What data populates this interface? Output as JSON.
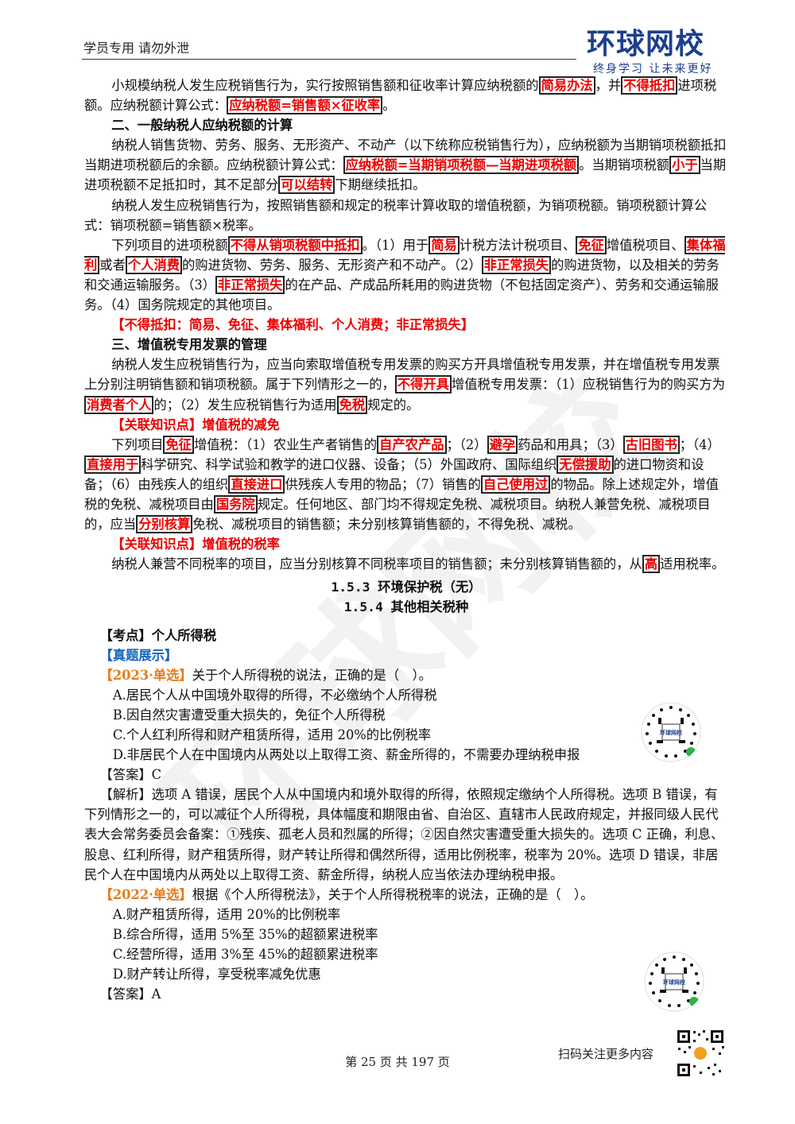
{
  "header": {
    "left_text": "学员专用 请勿外泄",
    "logo_main": "环球网校",
    "logo_sub": "终身学习 让未来更好"
  },
  "content": {
    "p1_a": "小规模纳税人发生应税销售行为，实行按照销售额和征收率计算应纳税额的",
    "p1_hl1": "简易办法",
    "p1_b": "，并",
    "p1_hl2": "不得抵扣",
    "p1_c": "进项税额。应纳税额计算公式：",
    "p1_hl3": "应纳税额=销售额×征收率",
    "p1_d": "。",
    "h2": "二、一般纳税人应纳税额的计算",
    "p2_a": "纳税人销售货物、劳务、服务、无形资产、不动产（以下统称应税销售行为），应纳税额为当期销项税额抵扣当期进项税额后的余额。应纳税额计算公式：",
    "p2_hl1": "应纳税额=当期销项税额—当期进项税额",
    "p2_b": "。当期销项税额",
    "p2_hl2": "小于",
    "p2_c": "当期进项税额不足抵扣时，其不足部分",
    "p2_hl3": "可以结转",
    "p2_d": "下期继续抵扣。",
    "p3": "纳税人发生应税销售行为，按照销售额和规定的税率计算收取的增值税额，为销项税额。销项税额计算公式：销项税额=销售额×税率。",
    "p4_a": "下列项目的进项税额",
    "p4_hl1": "不得从销项税额中抵扣",
    "p4_b": "。（1）用于",
    "p4_hl2": "简易",
    "p4_c": "计税方法计税项目、",
    "p4_hl3": "免征",
    "p4_d": "增值税项目、",
    "p4_hl4": "集体福利",
    "p4_e": "或者",
    "p4_hl5": "个人消费",
    "p4_f": "的购进货物、劳务、服务、无形资产和不动产。（2）",
    "p4_hl6": "非正常损失",
    "p4_g": "的购进货物，以及相关的劳务和交通运输服务。（3）",
    "p4_hl7": "非正常损失",
    "p4_h": "的在产品、产成品所耗用的购进货物（不包括固定资产）、劳务和交通运输服务。（4）国务院规定的其他项目。",
    "summary": "【不得抵扣：简易、免征、集体福利、个人消费；非正常损失】",
    "h3": "三、增值税专用发票的管理",
    "p5_a": "纳税人发生应税销售行为，应当向索取增值税专用发票的购买方开具增值税专用发票，并在增值税专用发票上分别注明销售额和销项税额。属于下列情形之一的，",
    "p5_hl1": "不得开具",
    "p5_b": "增值税专用发票：（1）应税销售行为的购买方为",
    "p5_hl2": "消费者个人",
    "p5_c": "的；（2）发生应税销售行为适用",
    "p5_hl3": "免税",
    "p5_d": "规定的。",
    "rel1": "【关联知识点】增值税的减免",
    "p6_a": "下列项目",
    "p6_hl1": "免征",
    "p6_b": "增值税：（1）农业生产者销售的",
    "p6_hl2": "自产农产品",
    "p6_c": "；（2）",
    "p6_hl3": "避孕",
    "p6_d": "药品和用具；（3）",
    "p6_hl4": "古旧图书",
    "p6_e": "；（4）",
    "p6_hl5": "直接用于",
    "p6_f": "科学研究、科学试验和教学的进口仪器、设备；（5）外国政府、国际组织",
    "p6_hl6": "无偿援助",
    "p6_g": "的进口物资和设备；（6）由残疾人的组织",
    "p6_hl7": "直接进口",
    "p6_h": "供残疾人专用的物品；（7）销售的",
    "p6_hl8": "自己使用过",
    "p6_i": "的物品。除上述规定外，增值税的免税、减税项目由",
    "p6_hl9": "国务院",
    "p6_j": "规定。任何地区、部门均不得规定免税、减税项目。纳税人兼营免税、减税项目的，应当",
    "p6_hl10": "分别核算",
    "p6_k": "免税、减税项目的销售额；未分别核算销售额的，不得免税、减税。",
    "rel2": "【关联知识点】增值税的税率",
    "p7_a": "纳税人兼营不同税率的项目，应当分别核算不同税率项目的销售额；未分别核算销售额的，从",
    "p7_hl1": "高",
    "p7_b": "适用税率。",
    "sec1": "1.5.3 环境保护税（无）",
    "sec2": "1.5.4 其他相关税种",
    "kd_bracket": "【考点】",
    "kd_text": "个人所得税",
    "zt": "【真题展示】",
    "q1_tag": "【2023·单选】",
    "q1_text": "关于个人所得税的说法，正确的是（　）。",
    "q1_opts": [
      "A.居民个人从中国境外取得的所得，不必缴纳个人所得税",
      "B.因自然灾害遭受重大损失的，免征个人所得税",
      "C.个人红利所得和财产租赁所得，适用 20%的比例税率",
      "D.非居民个人在中国境内从两处以上取得工资、薪金所得的，不需要办理纳税申报"
    ],
    "q1_answer": "【答案】C",
    "q1_analysis": "【解析】选项 A 错误，居民个人从中国境内和境外取得的所得，依照规定缴纳个人所得税。选项 B 错误，有下列情形之一的，可以减征个人所得税，具体幅度和期限由省、自治区、直辖市人民政府规定，并报同级人民代表大会常务委员会备案：①残疾、孤老人员和烈属的所得；②因自然灾害遭受重大损失的。选项 C 正确，利息、股息、红利所得，财产租赁所得，财产转让所得和偶然所得，适用比例税率，税率为 20%。选项 D 错误，非居民个人在中国境内从两处以上取得工资、薪金所得，纳税人应当依法办理纳税申报。",
    "q2_tag": "【2022·单选】",
    "q2_text": "根据《个人所得税法》，关于个人所得税税率的说法，正确的是（　）。",
    "q2_opts": [
      "A.财产租赁所得，适用 20%的比例税率",
      "B.综合所得，适用 5%至 35%的超额累进税率",
      "C.经营所得，适用 3%至 45%的超额累进税率",
      "D.财产转让所得，享受税率减免优惠"
    ],
    "q2_answer": "【答案】A"
  },
  "qr_label": "环球网校",
  "footer": {
    "page": "第 25 页 共 197 页",
    "scan": "扫码关注更多内容"
  },
  "watermark_text": "环球网校"
}
